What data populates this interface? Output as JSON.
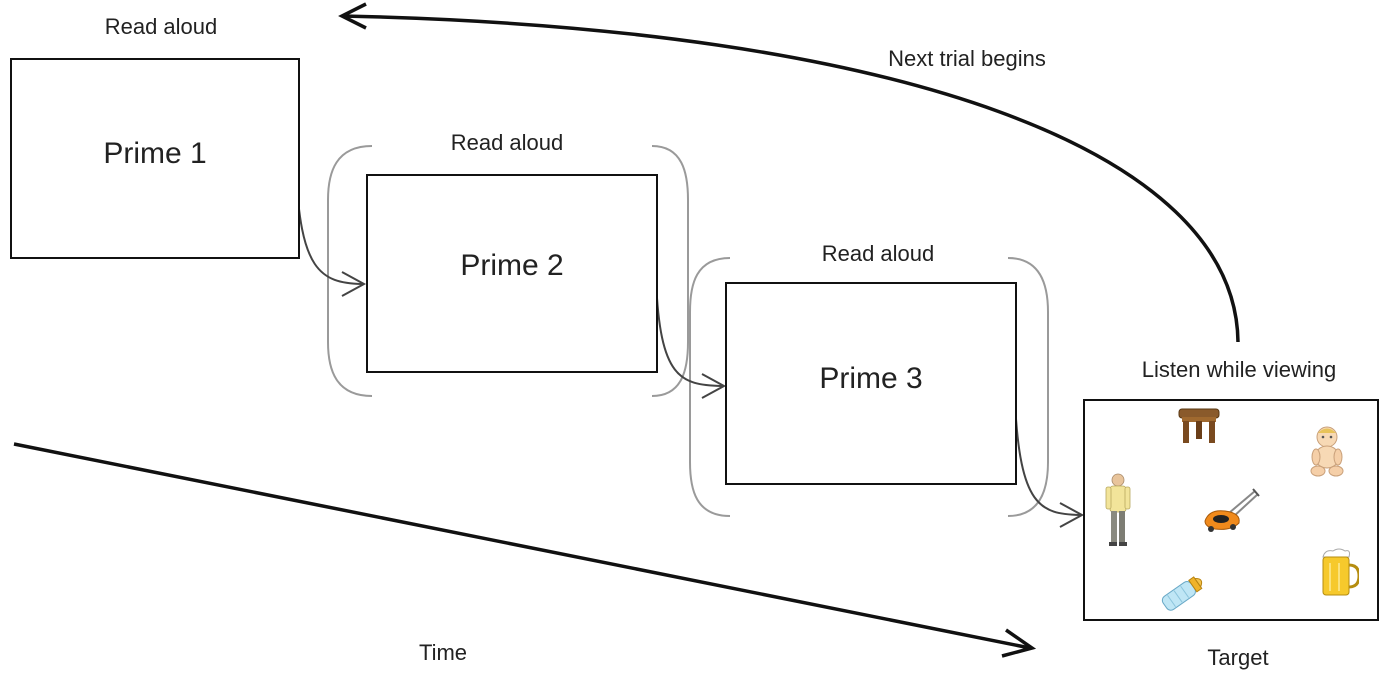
{
  "labels": {
    "read_aloud_1": "Read aloud",
    "read_aloud_2": "Read aloud",
    "read_aloud_3": "Read aloud",
    "next_trial": "Next trial begins",
    "listen_viewing": "Listen while viewing",
    "time": "Time",
    "target": "Target"
  },
  "primes": [
    {
      "label": "Prime 1"
    },
    {
      "label": "Prime 2"
    },
    {
      "label": "Prime 3"
    }
  ],
  "target_pictures": [
    {
      "name": "stool",
      "icon": "stool-icon"
    },
    {
      "name": "baby",
      "icon": "baby-icon"
    },
    {
      "name": "man",
      "icon": "man-icon"
    },
    {
      "name": "lawnmower",
      "icon": "lawnmower-icon"
    },
    {
      "name": "baby bottle",
      "icon": "baby-bottle-icon"
    },
    {
      "name": "beer mug",
      "icon": "beer-mug-icon"
    }
  ],
  "colors": {
    "line": "#111111",
    "bracket": "#9a9a9a",
    "connector": "#444444"
  }
}
